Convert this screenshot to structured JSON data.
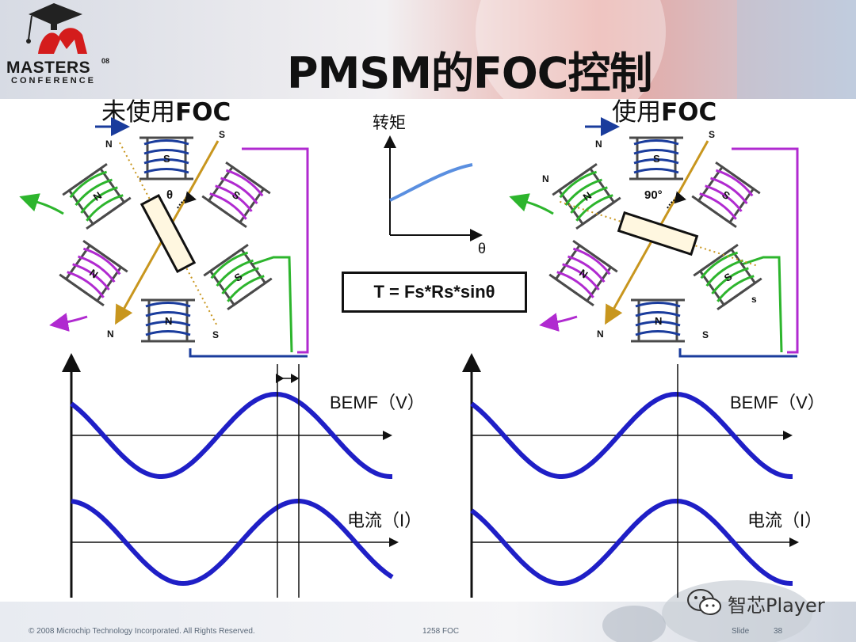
{
  "colors": {
    "wave": "#1f1fc6",
    "rotor_axis": "#c8961e",
    "coil_blue": "#1a3c9c",
    "coil_green": "#2db52d",
    "coil_purple": "#b02ad0",
    "torque_curve": "#5a8fe0"
  },
  "logo": {
    "word": "MASTERS",
    "sub": "CONFERENCE",
    "year": "08"
  },
  "title": "PMSM的FOC控制",
  "left_panel": {
    "label_cn": "未使用",
    "label_en": "FOC",
    "angle_label": "θ"
  },
  "right_panel": {
    "label_cn": "使用",
    "label_en": "FOC",
    "angle_label": "90°"
  },
  "pole_labels": {
    "north": "N",
    "south": "S",
    "south_lower": "s"
  },
  "torque_chart": {
    "ylabel": "转矩",
    "xlabel": "θ"
  },
  "formula": "T = Fs*Rs*sinθ",
  "waves": {
    "bemf_label": "BEMF（V）",
    "current_label": "电流（I）"
  },
  "watermark": {
    "icon": "wechat-icon",
    "text": "智芯Player"
  },
  "footer": {
    "copyright": "© 2008 Microchip Technology Incorporated. All Rights Reserved.",
    "session": "1258 FOC",
    "slide_label": "Slide",
    "slide_number": "38"
  }
}
